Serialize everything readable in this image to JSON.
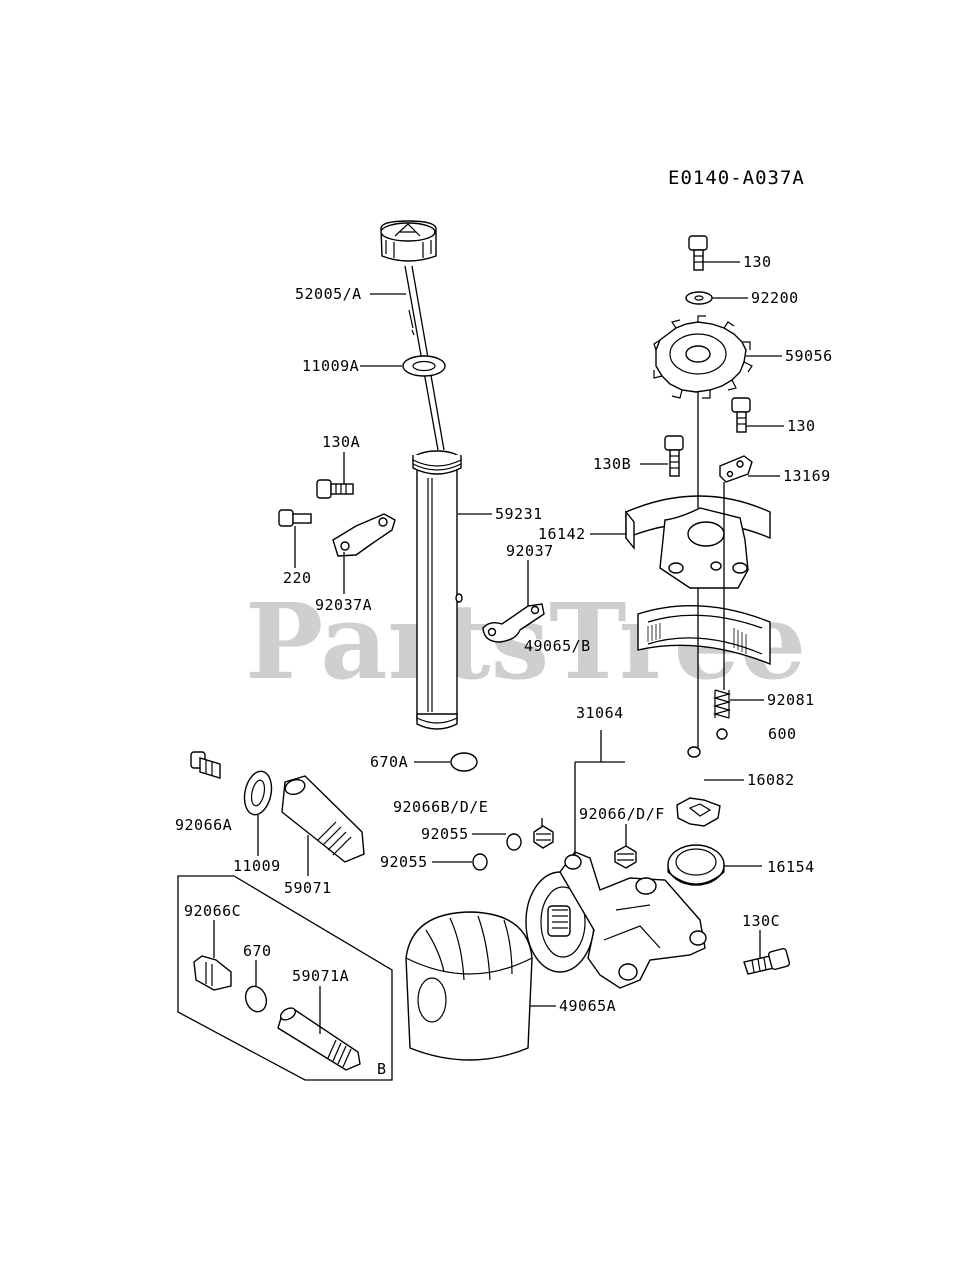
{
  "diagram": {
    "code": "E0140-A037A",
    "watermark": "PartsTree",
    "labels": {
      "p52005A": "52005/A",
      "p11009A": "11009A",
      "p130A": "130A",
      "p220": "220",
      "p92037A": "92037A",
      "p59231": "59231",
      "p92037": "92037",
      "p49065B": "49065/B",
      "p670A": "670A",
      "p92066A": "92066A",
      "p11009": "11009",
      "p59071": "59071",
      "p92066C": "92066C",
      "p670": "670",
      "p59071A": "59071A",
      "pB": "B",
      "p130top": "130",
      "p92200": "92200",
      "p59056": "59056",
      "p130mid": "130",
      "p130B": "130B",
      "p13169": "13169",
      "p16142": "16142",
      "p92081": "92081",
      "p600": "600",
      "p16082": "16082",
      "p31064": "31064",
      "p92066BDE": "92066B/D/E",
      "p92055a": "92055",
      "p92055b": "92055",
      "p92066DF": "92066/D/F",
      "p16154": "16154",
      "p130C": "130C",
      "p49065A": "49065A"
    }
  }
}
